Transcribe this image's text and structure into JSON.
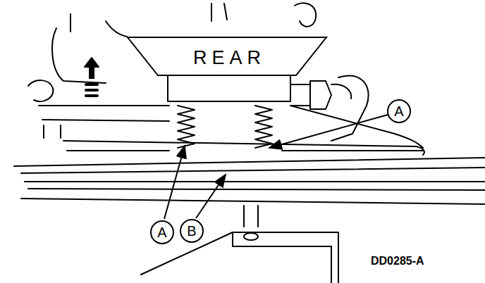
{
  "diagram": {
    "nodes": [
      {
        "text": [
          "REAR"
        ]
      },
      {
        "text": [
          "A"
        ]
      },
      {
        "text": [
          "A"
        ]
      },
      {
        "text": [
          "B"
        ]
      }
    ],
    "labels": [
      "DD0285-A"
    ]
  }
}
